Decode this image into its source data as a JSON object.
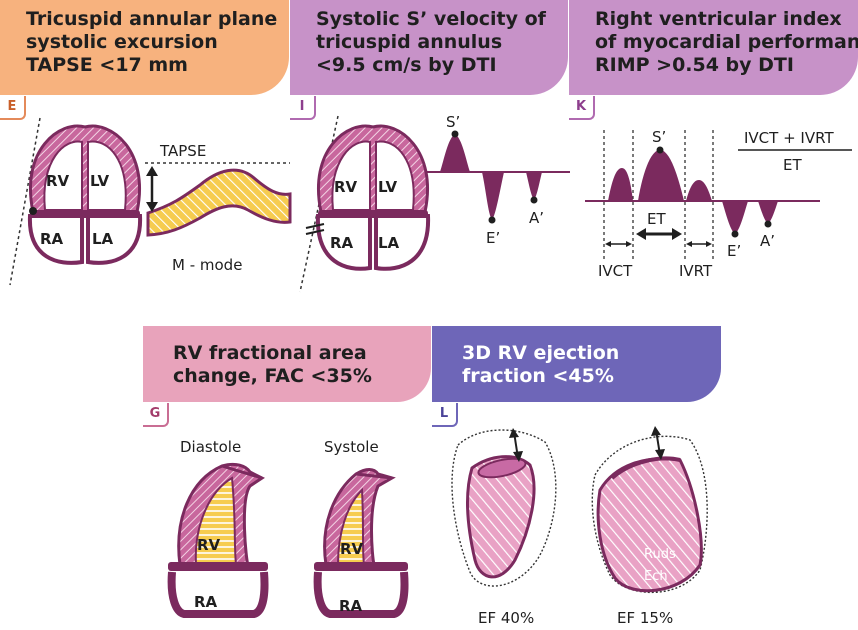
{
  "panels": {
    "tapse": {
      "tab": "E",
      "title_lines": [
        "Tricuspid annular plane",
        "systolic excursion",
        "TAPSE <17 mm"
      ],
      "labels": {
        "rv": "RV",
        "lv": "LV",
        "ra": "RA",
        "la": "LA",
        "tapse": "TAPSE",
        "mmode": "M - mode"
      }
    },
    "s_prime": {
      "tab": "I",
      "title_lines": [
        "Systolic S’ velocity of",
        "tricuspid annulus",
        "<9.5 cm/s by DTI"
      ],
      "labels": {
        "rv": "RV",
        "lv": "LV",
        "ra": "RA",
        "la": "LA",
        "s": "S’",
        "e": "E’",
        "a": "A’"
      }
    },
    "rimp": {
      "tab": "K",
      "title_lines": [
        "Right ventricular index",
        "of myocardial performance,",
        "RIMP >0.54 by DTI"
      ],
      "labels": {
        "s": "S’",
        "e": "E’",
        "a": "A’",
        "et": "ET",
        "ivct": "IVCT",
        "ivrt": "IVRT"
      },
      "formula": {
        "numerator": "IVCT + IVRT",
        "denominator": "ET"
      }
    },
    "fac": {
      "tab": "G",
      "title_lines": [
        "RV fractional area",
        "change, FAC <35%"
      ],
      "labels": {
        "diastole": "Diastole",
        "systole": "Systole",
        "rv1": "RV",
        "ra1": "RA",
        "rv2": "RV",
        "ra2": "RA"
      }
    },
    "ef3d": {
      "tab": "L",
      "title_lines": [
        "3D RV ejection",
        "fraction <45%"
      ],
      "labels": {
        "ef1": "EF 40%",
        "ef2": "EF 15%"
      },
      "watermark": [
        "Ruds",
        "Ech"
      ]
    }
  },
  "colors": {
    "orange": "#f7b27e",
    "purple": "#c792c8",
    "pink": "#e8a3bb",
    "violet": "#6e66b8",
    "wall": "#7b2a5e",
    "wall_fill": "#d47cab",
    "yellow": "#f6cc4f",
    "cavity_pink": "#e9a2c5"
  }
}
